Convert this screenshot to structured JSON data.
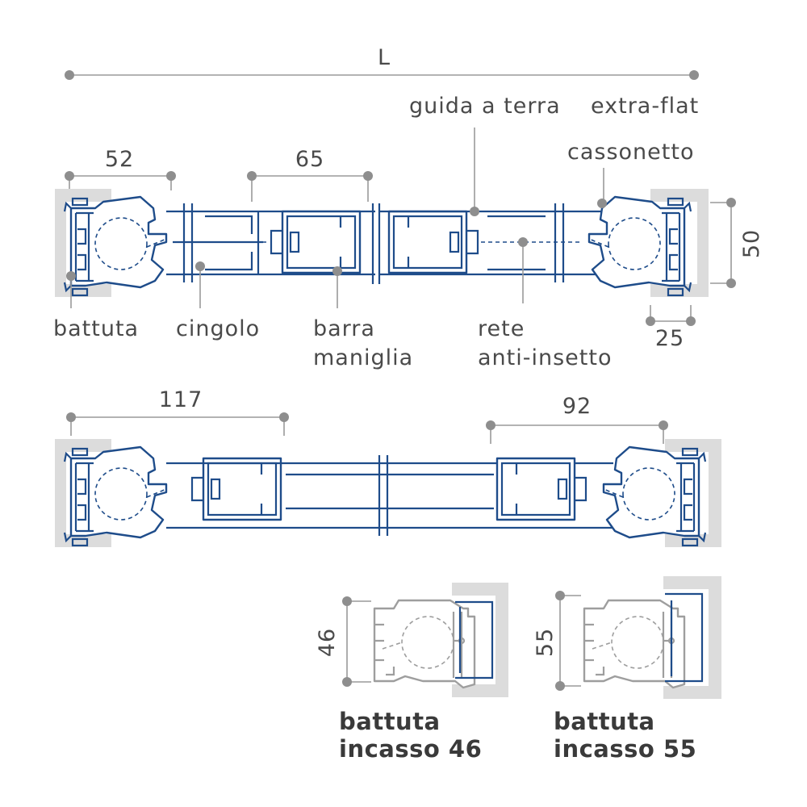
{
  "dimensions": {
    "overall_width": "L",
    "battuta_depth": "52",
    "handle_bar_width": "65",
    "height": "50",
    "box_depth": "25",
    "left_width": "117",
    "right_width": "92",
    "incasso_46_height": "46",
    "incasso_55_height": "55"
  },
  "labels": {
    "guida_a_terra": "guida a terra",
    "extra_flat": "extra-flat",
    "cassonetto": "cassonetto",
    "battuta": "battuta",
    "cingolo": "cingolo",
    "barra_line1": "barra",
    "barra_line2": "maniglia",
    "rete_line1": "rete",
    "rete_line2": "anti-insetto"
  },
  "variants": {
    "incasso_46_line1": "battuta",
    "incasso_46_line2": "incasso 46",
    "incasso_55_line1": "battuta",
    "incasso_55_line2": "incasso 55"
  },
  "colors": {
    "profile": "#1e4c8a",
    "variant_profile": "#9e9e9e",
    "wall": "#dcdcdc",
    "dimension": "#9a9a9a",
    "text": "#4a4a4a"
  }
}
